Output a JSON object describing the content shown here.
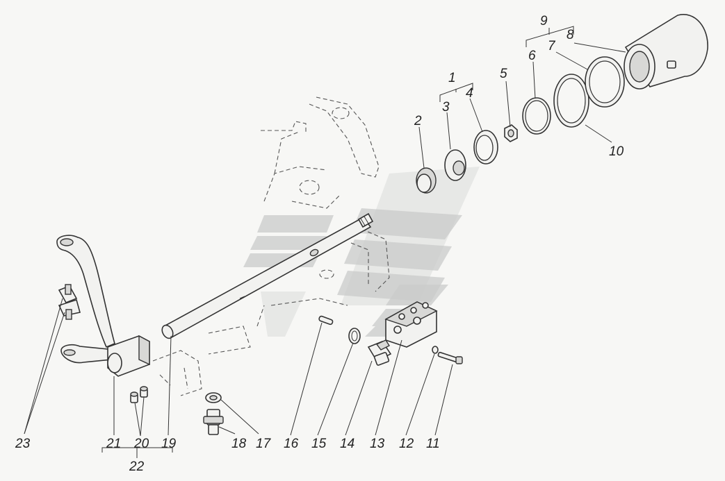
{
  "callouts": {
    "c1": "1",
    "c2": "2",
    "c3": "3",
    "c4": "4",
    "c5": "5",
    "c6": "6",
    "c7": "7",
    "c8": "8",
    "c9": "9",
    "c10": "10",
    "c11": "11",
    "c12": "12",
    "c13": "13",
    "c14": "14",
    "c15": "15",
    "c16": "16",
    "c17": "17",
    "c18": "18",
    "c19": "19",
    "c20": "20",
    "c21": "21",
    "c22": "22",
    "c23": "23"
  },
  "colors": {
    "background": "#f7f7f5",
    "line": "#333333",
    "watermark": "#c9cbc9"
  }
}
